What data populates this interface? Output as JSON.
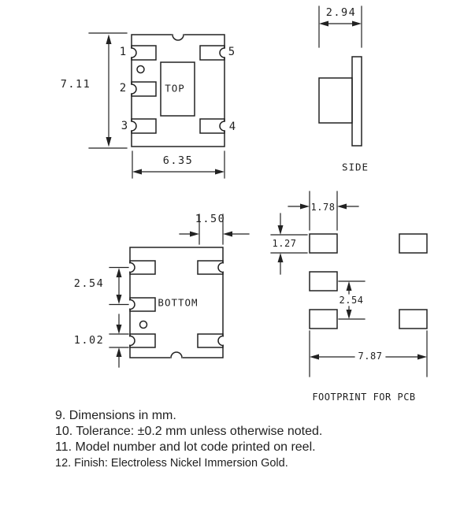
{
  "drawing": {
    "top_view": {
      "label": "TOP",
      "pins": [
        "1",
        "2",
        "3",
        "4",
        "5"
      ],
      "height_dim": "7.11",
      "width_dim": "6.35"
    },
    "side_view": {
      "label": "SIDE",
      "width_dim": "2.94"
    },
    "bottom_view": {
      "label": "BOTTOM",
      "pad_length_dim": "1.50",
      "pad_pitch_dim": "2.54",
      "pad_width_dim": "1.02"
    },
    "footprint": {
      "label": "FOOTPRINT FOR PCB",
      "pad_width_dim": "1.78",
      "pad_height_dim": "1.27",
      "pad_pitch_dim": "2.54",
      "span_dim": "7.87"
    },
    "notes": [
      "9. Dimensions in mm.",
      "10. Tolerance: ±0.2 mm unless otherwise noted.",
      "11. Model number and lot code printed on reel.",
      "12. Finish: Electroless Nickel Immersion Gold."
    ],
    "line_color": "#222222",
    "background_color": "#ffffff"
  }
}
